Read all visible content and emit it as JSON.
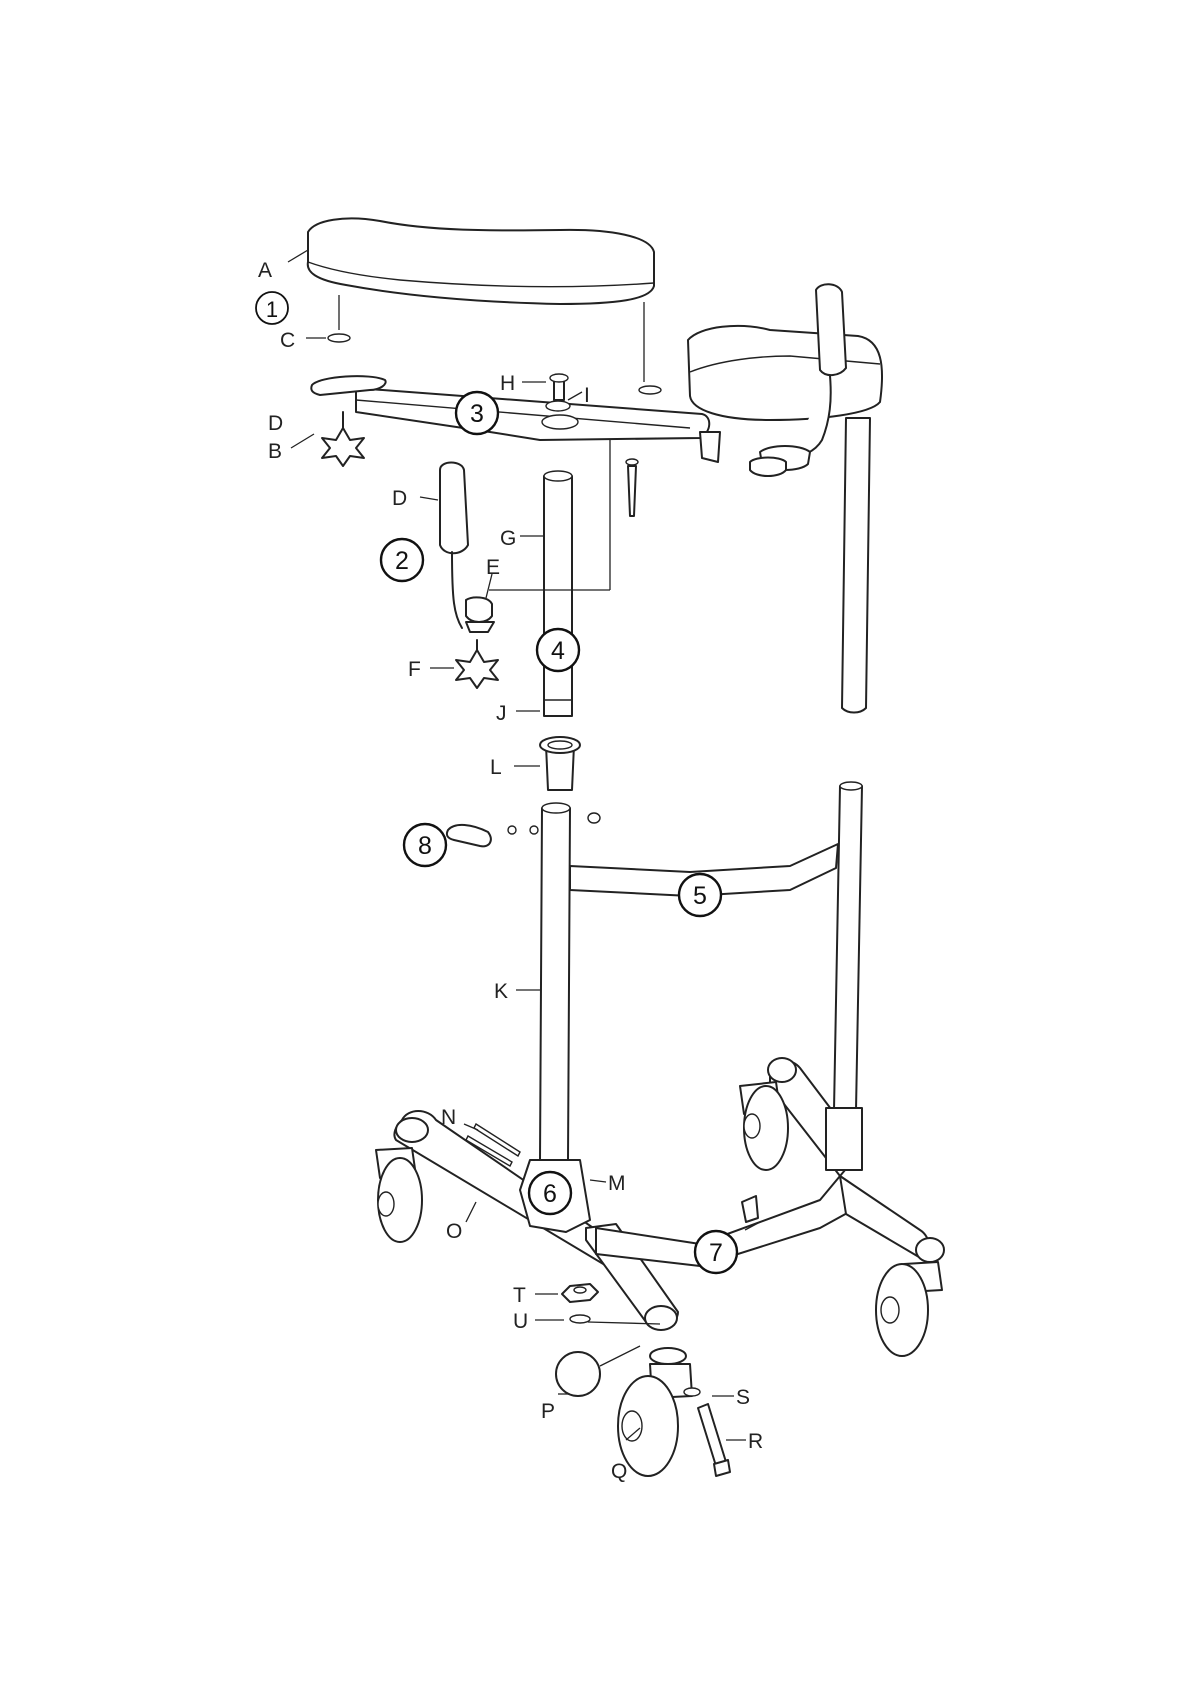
{
  "steps": [
    "1",
    "2",
    "3",
    "4",
    "5",
    "6",
    "7",
    "8"
  ],
  "letters": {
    "A": "A",
    "B": "B",
    "C": "C",
    "D": "D",
    "D2": "D",
    "E": "E",
    "F": "F",
    "G": "G",
    "H": "H",
    "I": "I",
    "J": "J",
    "K": "K",
    "L": "L",
    "M": "M",
    "N": "N",
    "O": "O",
    "P": "P",
    "Q": "Q",
    "R": "R",
    "S": "S",
    "T": "T",
    "U": "U"
  }
}
